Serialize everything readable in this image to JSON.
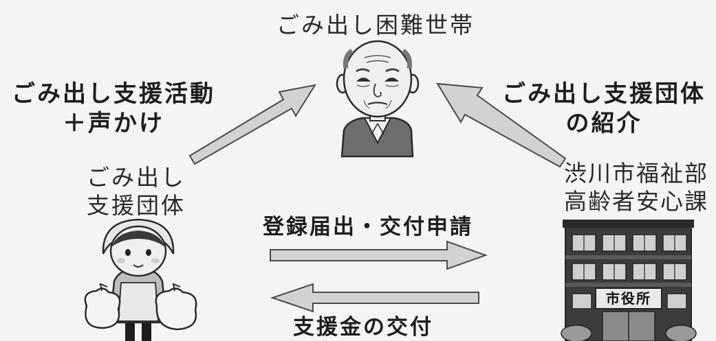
{
  "household": {
    "title": "ごみ出し困難世帯"
  },
  "support_group": {
    "line1": "ごみ出し",
    "line2": "支援団体"
  },
  "city_office": {
    "line1": "渋川市福祉部",
    "line2": "高齢者安心課",
    "sign": "市役所"
  },
  "arrows": {
    "support_activity": {
      "line1": "ごみ出し支援活動",
      "line2": "＋声かけ"
    },
    "introduction": {
      "line1": "ごみ出し支援団体",
      "line2": "の紹介"
    },
    "registration": "登録届出・交付申請",
    "grant": "支援金の交付"
  },
  "icons": [
    "elderly-man-icon",
    "volunteer-woman-icon",
    "city-hall-building-icon"
  ],
  "colors": {
    "arrow_fill": "#d2d2d2",
    "arrow_stroke": "#4a4a4a",
    "background": "#f4f4f2",
    "building_dark": "#3c3c3c",
    "window_fill": "#cfcfcf"
  }
}
